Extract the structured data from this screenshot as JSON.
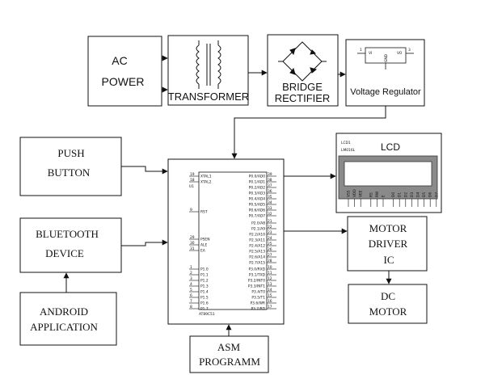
{
  "blocks": {
    "ac_power": {
      "line1": "AC",
      "line2": "POWER"
    },
    "transformer": {
      "label": "TRANSFORMER"
    },
    "bridge_rectifier": {
      "line1": "BRIDGE",
      "line2": "RECTIFIER"
    },
    "voltage_regulator": {
      "label": "Voltage Regulator",
      "pin_in": "VI",
      "pin_out": "VO",
      "pin_gnd": "GND",
      "pin_1": "1",
      "pin_3": "3"
    },
    "push_button": {
      "line1": "PUSH",
      "line2": "BUTTON"
    },
    "bluetooth": {
      "line1": "BLUETOOTH",
      "line2": "DEVICE"
    },
    "android": {
      "line1": "ANDROID",
      "line2": "APPLICATION"
    },
    "asm": {
      "line1": "ASM",
      "line2": "PROGRAMM"
    },
    "lcd": {
      "ref": "LCD1",
      "model": "LM016L",
      "title": "LCD",
      "pins": [
        "VSS",
        "VDD",
        "VEE",
        "RS",
        "RW",
        "E",
        "D0",
        "D1",
        "D2",
        "D3",
        "D4",
        "D5",
        "D6",
        "D7"
      ]
    },
    "motor_driver": {
      "line1": "MOTOR",
      "line2": "DRIVER",
      "line3": "IC"
    },
    "dc_motor": {
      "line1": "DC",
      "line2": "MOTOR"
    }
  },
  "mcu": {
    "ref": "U1",
    "part": "AT89C51",
    "left_top": [
      {
        "num": "19",
        "name": "XTAL1"
      },
      {
        "num": "18",
        "name": "XTAL2"
      },
      {
        "num": "9",
        "name": "RST"
      }
    ],
    "left_mid": [
      {
        "num": "29",
        "name": "PSEN"
      },
      {
        "num": "30",
        "name": "ALE"
      },
      {
        "num": "31",
        "name": "EA"
      }
    ],
    "left_bottom": [
      {
        "num": "1",
        "name": "P1.0"
      },
      {
        "num": "2",
        "name": "P1.1"
      },
      {
        "num": "3",
        "name": "P1.2"
      },
      {
        "num": "4",
        "name": "P1.3"
      },
      {
        "num": "5",
        "name": "P1.4"
      },
      {
        "num": "6",
        "name": "P1.5"
      },
      {
        "num": "7",
        "name": "P1.6"
      },
      {
        "num": "8",
        "name": "P1.7"
      }
    ],
    "right_p0": [
      {
        "num": "39",
        "name": "P0.0/AD0"
      },
      {
        "num": "38",
        "name": "P0.1/AD1"
      },
      {
        "num": "37",
        "name": "P0.2/AD2"
      },
      {
        "num": "36",
        "name": "P0.3/AD3"
      },
      {
        "num": "35",
        "name": "P0.4/AD4"
      },
      {
        "num": "34",
        "name": "P0.5/AD5"
      },
      {
        "num": "33",
        "name": "P0.6/AD6"
      },
      {
        "num": "32",
        "name": "P0.7/AD7"
      }
    ],
    "right_p2": [
      {
        "num": "21",
        "name": "P2.0/A8"
      },
      {
        "num": "22",
        "name": "P2.1/A9"
      },
      {
        "num": "23",
        "name": "P2.2/A10"
      },
      {
        "num": "24",
        "name": "P2.3/A11"
      },
      {
        "num": "25",
        "name": "P2.4/A12"
      },
      {
        "num": "26",
        "name": "P2.5/A13"
      },
      {
        "num": "27",
        "name": "P2.6/A14"
      },
      {
        "num": "28",
        "name": "P2.7/A15"
      }
    ],
    "right_p3": [
      {
        "num": "10",
        "name": "P3.0/RXD"
      },
      {
        "num": "11",
        "name": "P3.1/TXD"
      },
      {
        "num": "12",
        "name": "P3.2/INT0"
      },
      {
        "num": "13",
        "name": "P3.3/INT1"
      },
      {
        "num": "14",
        "name": "P3.4/T0"
      },
      {
        "num": "15",
        "name": "P3.5/T1"
      },
      {
        "num": "16",
        "name": "P3.6/WR"
      },
      {
        "num": "17",
        "name": "P3.7/RD"
      }
    ]
  },
  "colors": {
    "line": "#111111",
    "lcd_frame": "#6b6b6b",
    "lcd_screen": "#ffffff"
  }
}
